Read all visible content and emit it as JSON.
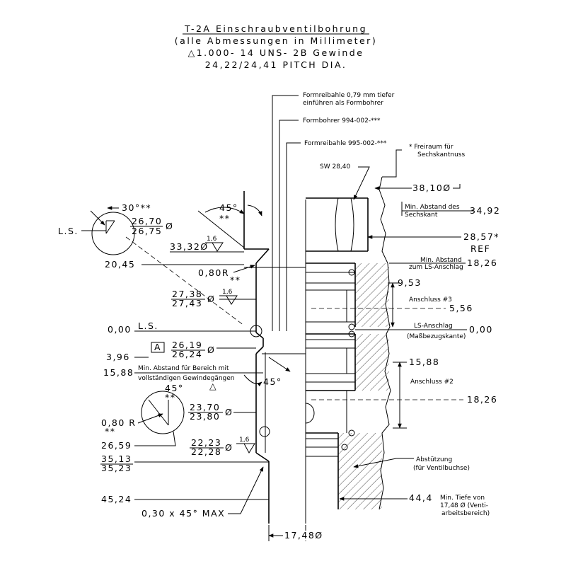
{
  "title": {
    "line1": "T-2A Einschraubventilbohrung",
    "line2": "(alle Abmessungen in Millimeter)",
    "line3": "△1.000- 14 UNS- 2B Gewinde",
    "line4": "24,22/24,41 PITCH DIA."
  },
  "callouts": {
    "formreibahle_note_l1": "Formreibahle 0,79 mm tiefer",
    "formreibahle_note_l2": "einführen als Formbohrer",
    "formbohrer": "Formbohrer 994-002-***",
    "formreibahle": "Formreibahle 995-002-***",
    "freiraum_l1": "* Freiraum für",
    "freiraum_l2": "Sechskantnuss",
    "sw": "SW 28,40",
    "min_abstand_des_l1": "Min. Abstand des",
    "min_abstand_des_l2": "Sechskant",
    "min_abstand_ls_l1": "Min. Abstand",
    "min_abstand_ls_l2": "zum LS-Anschlag",
    "anschluss3": "Anschluss #3",
    "ls_anschlag_l1": "LS-Anschlag",
    "ls_anschlag_l2": "(Maßbezugskante)",
    "anschluss2": "Anschluss #2",
    "abstuetzung_l1": "Abstützung",
    "abstuetzung_l2": "(für Ventilbuchse)",
    "min_tiefe_l1": "Min. Tiefe von",
    "min_tiefe_l2": "17,48 Ø (Venti-",
    "min_tiefe_l3": "arbeitsbereich)",
    "min_abstand_bereich_l1": "Min. Abstand für Bereich mit",
    "min_abstand_bereich_l2": "vollständigen Gewindegängen",
    "delta": "△",
    "datum_a": "A"
  },
  "dimensions": {
    "d_38_10": "38,10Ø",
    "d_34_92": "34,92",
    "d_28_57": "28,57*",
    "ref": "REF",
    "d_18_26_top": "18,26",
    "d_9_53": "9,53",
    "d_5_56": "5,56",
    "d_0_00_right": "0,00",
    "d_15_88_right": "15,88",
    "d_18_26_right": "18,26",
    "d_44_4": "44,4",
    "d_17_48": "17,48Ø",
    "ls_top": "L.S.",
    "ls_mid": "L.S.",
    "angle_30": "30°**",
    "d_26_70": "26,70",
    "d_26_75": "26,75",
    "dia_sym_1": "Ø",
    "angle_45_top": "45°",
    "star_45_top": "**",
    "d_33_32": "33,32Ø",
    "rough_1": "1,6",
    "d_20_45": "20,45",
    "r_0_80": "0,80R",
    "star_r": "**",
    "d_27_38": "27,38",
    "d_27_43": "27,43",
    "dia_sym_2": "Ø",
    "rough_2": "1,6",
    "d_0_00_left": "0,00",
    "d_26_19": "26,19",
    "d_26_24": "26,24",
    "dia_sym_3": "Ø",
    "d_3_96": "3,96",
    "d_15_88_left": "15,88",
    "angle_45_mid": "45°",
    "angle_45_detail": "45°",
    "star_45_detail": "**",
    "d_23_70": "23,70",
    "d_23_80": "23,80",
    "dia_sym_4": "Ø",
    "r_0_80_detail": "0,80 R",
    "star_r_detail": "**",
    "d_26_59": "26,59",
    "d_22_23": "22,23",
    "d_22_28": "22,28",
    "dia_sym_5": "Ø",
    "rough_3": "1,6",
    "d_35_13": "35,13",
    "d_35_23": "35,23",
    "d_45_24": "45,24",
    "chamfer": "0,30 x 45° MAX"
  }
}
